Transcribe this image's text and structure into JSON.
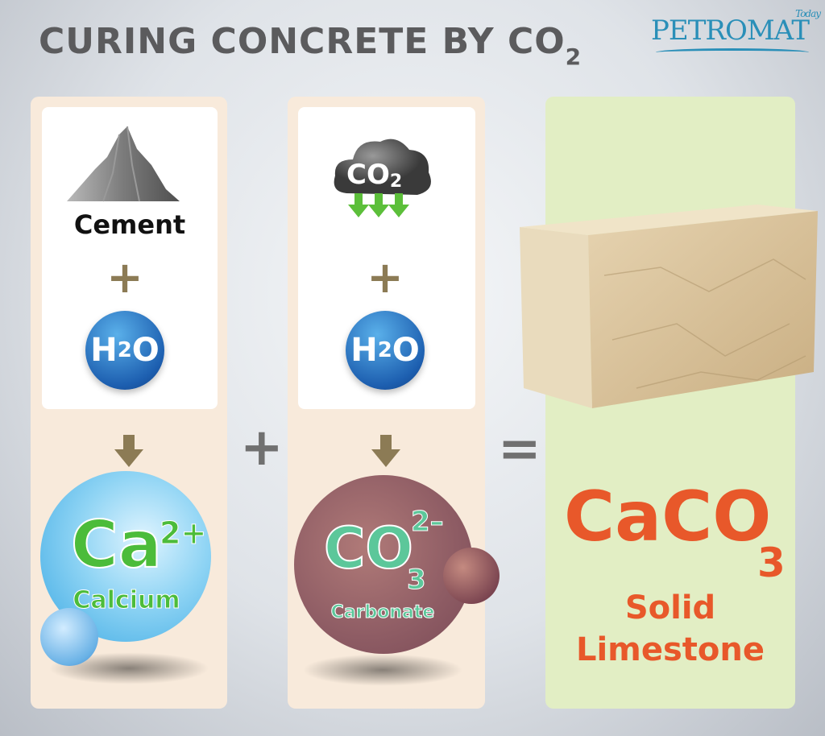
{
  "title": {
    "text": "CURING CONCRETE BY CO",
    "subscript": "2"
  },
  "logo": {
    "brand": "PETROMAT",
    "tagline": "Today"
  },
  "left_column": {
    "input_label": "Cement",
    "plus": "+",
    "water": {
      "symbol": "H",
      "subscript": "2",
      "tail": "O"
    },
    "result": {
      "symbol": "Ca",
      "charge": "2+",
      "name": "Calcium"
    }
  },
  "middle_column": {
    "gas": {
      "symbol": "CO",
      "subscript": "2"
    },
    "plus": "+",
    "water": {
      "symbol": "H",
      "subscript": "2",
      "tail": "O"
    },
    "result": {
      "symbol": "CO",
      "subscript": "3",
      "charge": "2–",
      "name": "Carbonate"
    }
  },
  "operators": {
    "plus": "+",
    "equals": "="
  },
  "right_column": {
    "product": {
      "symbol": "CaCO",
      "subscript": "3",
      "line1": "Solid",
      "line2": "Limestone"
    }
  },
  "colors": {
    "panel": "#f8eadb",
    "product_panel": "#e2eec4",
    "title": "#5b5b5d",
    "calcium": "#4cbc3a",
    "carbonate": "#5cc79a",
    "product": "#e8582a",
    "arrow": "#8c7b55"
  }
}
